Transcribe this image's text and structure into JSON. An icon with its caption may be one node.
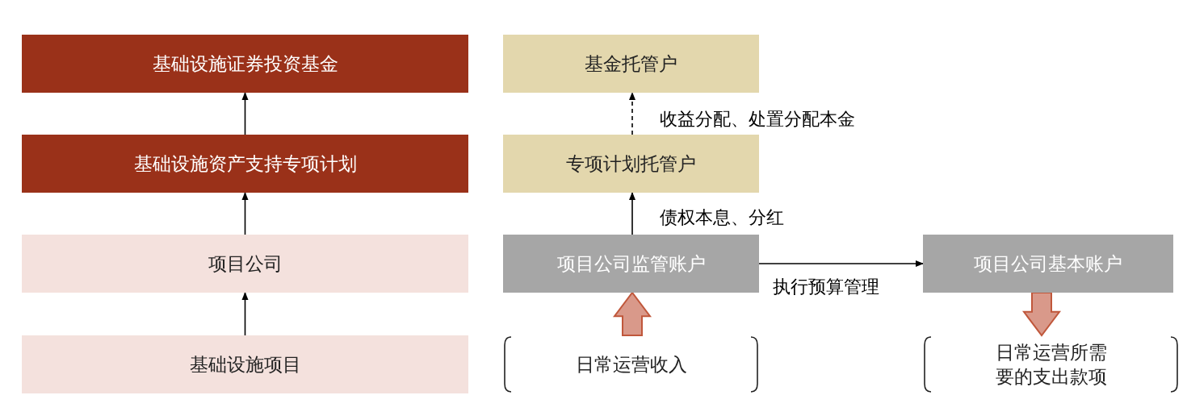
{
  "diagram": {
    "nodes": [
      {
        "text": [
          "基础设施证券投资基金"
        ]
      },
      {
        "text": [
          "基础设施资产支持专项计划"
        ]
      },
      {
        "text": [
          "项目公司"
        ]
      },
      {
        "text": [
          "基础设施项目"
        ]
      },
      {
        "text": [
          "基金托管户"
        ]
      },
      {
        "text": [
          "专项计划托管户"
        ]
      },
      {
        "text": [
          "项目公司监管账户"
        ]
      },
      {
        "text": [
          "项目公司基本账户"
        ]
      },
      {
        "text": [
          "日常运营收入"
        ]
      },
      {
        "text": [
          "日常运营所需要的支出款项"
        ]
      }
    ],
    "edges": [
      {
        "from": 3,
        "to": 2,
        "arrow": "to"
      },
      {
        "from": 2,
        "to": 1,
        "arrow": "to"
      },
      {
        "from": 1,
        "to": 0,
        "arrow": "to"
      },
      {
        "from": 5,
        "to": 4,
        "arrow": "to",
        "style": "dashed",
        "label": "收益分配、处置分配本金"
      },
      {
        "from": 6,
        "to": 5,
        "arrow": "to",
        "label": "债权本息、分红"
      },
      {
        "from": 6,
        "to": 7,
        "arrow": "to",
        "label": "执行预算管理"
      },
      {
        "from": 8,
        "to": 6,
        "arrow": "to",
        "style": "thick"
      },
      {
        "from": 7,
        "to": 9,
        "arrow": "to",
        "style": "thick"
      }
    ]
  }
}
